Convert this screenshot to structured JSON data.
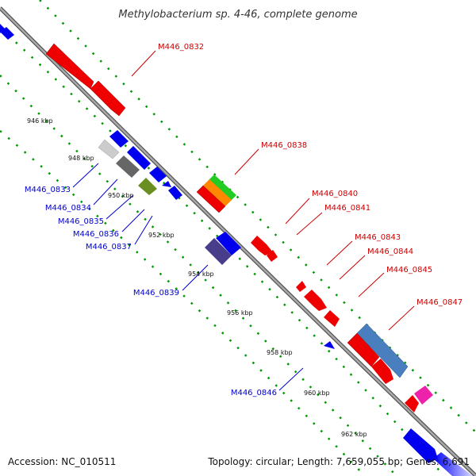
{
  "title": "Methylobacterium sp. 4-46, complete genome",
  "footer": {
    "accession": "Accession: NC_010511",
    "topology": "Topology: circular; Length: 7,659,055 bp; Genes: 6,691"
  },
  "colors": {
    "forward_gene": "#ff0000",
    "reverse_gene": "#0000ff",
    "forward_label": "#cc0000",
    "reverse_label": "#0000cc",
    "backbone": "#888888",
    "tick": "#008800"
  },
  "scale_ticks": [
    "946 kbp",
    "948 kbp",
    "950 kbp",
    "952 kbp",
    "954 kbp",
    "956 kbp",
    "958 kbp",
    "960 kbp",
    "962 kbp"
  ],
  "forward_labels": [
    "M446_0832",
    "M446_0838",
    "M446_0840",
    "M446_0841",
    "M446_0843",
    "M446_0844",
    "M446_0845",
    "M446_0847"
  ],
  "reverse_labels": [
    "M446_0833",
    "M446_0834",
    "M446_0835",
    "M446_0836",
    "M446_0837",
    "M446_0839",
    "M446_0846"
  ]
}
